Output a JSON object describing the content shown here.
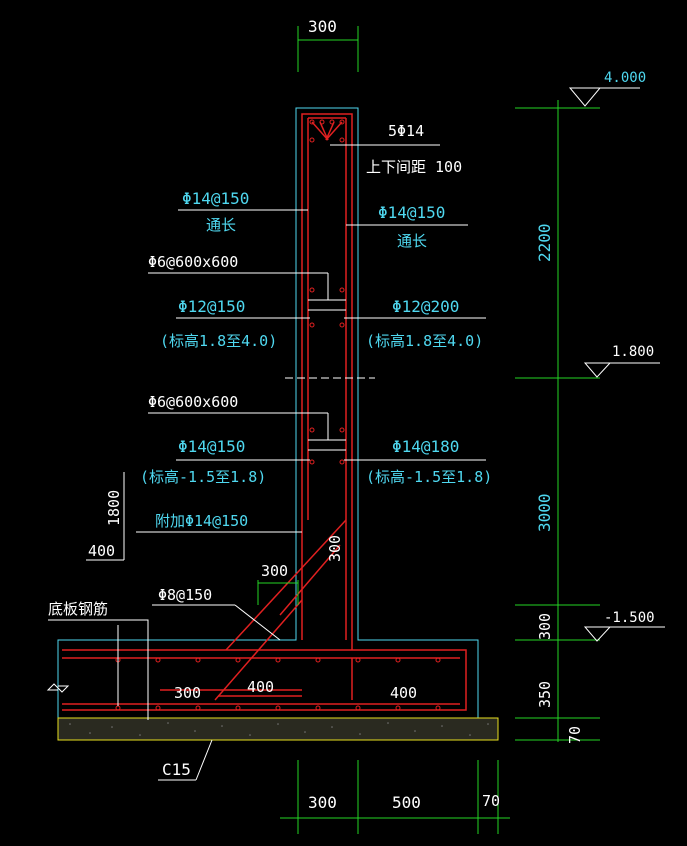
{
  "top_dim": "300",
  "bar_top": "5Φ14",
  "bar_top_spacing": "上下间距  100",
  "left_outer": "Φ14@150",
  "left_outer_note": "通长",
  "right_outer": "Φ14@150",
  "right_outer_note": "通长",
  "tie_upper": "Φ6@600x600",
  "left_mid_bar": "Φ12@150",
  "left_mid_range": "(标高1.8至4.0)",
  "right_mid_bar": "Φ12@200",
  "right_mid_range": "(标高1.8至4.0)",
  "tie_lower": "Φ6@600x600",
  "left_low_bar": "Φ14@150",
  "left_low_range": "(标高-1.5至1.8)",
  "right_low_bar": "Φ14@180",
  "right_low_range": "(标高-1.5至1.8)",
  "additional_bar": "附加Φ14@150",
  "dim_1800": "1800",
  "dim_400_left": "400",
  "haunch_300_v": "300",
  "haunch_300_h": "300",
  "haunch_bar": "Φ8@150",
  "base_bars_label": "底板钢筋",
  "base_300": "300",
  "base_400_left": "400",
  "base_400_right": "400",
  "c15_label": "C15",
  "elev_top": "4.000",
  "elev_mid": "1.800",
  "elev_low": "-1.500",
  "dim_2200": "2200",
  "dim_3000": "3000",
  "dim_300_right": "300",
  "dim_350": "350",
  "dim_70_v": "70",
  "dim_bottom_300": "300",
  "dim_bottom_500": "500",
  "dim_bottom_70": "70",
  "colors": {
    "rebar": "#e02020",
    "outline": "#4fd8f0",
    "dimension": "#25d425",
    "text": "#4fd8f0",
    "concrete": "#e8e020"
  }
}
